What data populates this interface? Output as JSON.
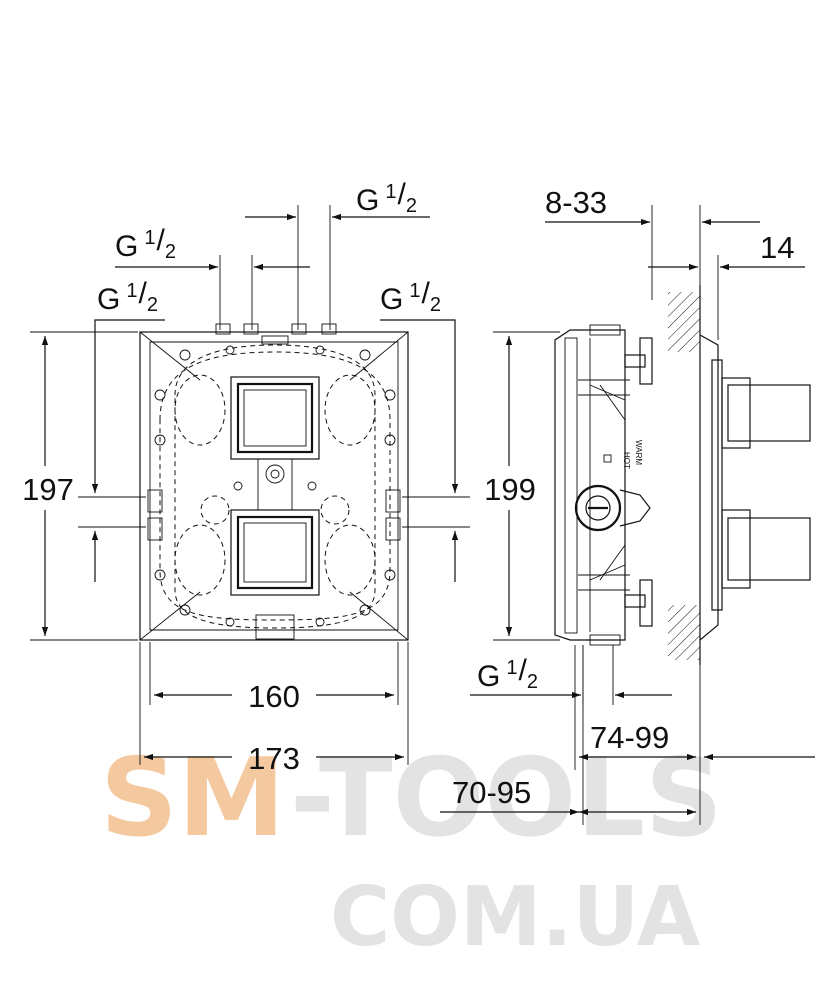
{
  "front_view": {
    "dimensions": {
      "height_left": "197",
      "height_right": "199",
      "width_inner": "160",
      "width_outer": "173"
    },
    "threads": {
      "top_right": {
        "base": "G",
        "num": "1",
        "den": "2"
      },
      "top_left": {
        "base": "G",
        "num": "1",
        "den": "2"
      },
      "left": {
        "base": "G",
        "num": "1",
        "den": "2"
      },
      "right": {
        "base": "G",
        "num": "1",
        "den": "2"
      }
    }
  },
  "side_view": {
    "dimensions": {
      "wall_range": "8-33",
      "offset": "14",
      "depth_a": "74-99",
      "depth_b": "70-95"
    },
    "threads": {
      "bottom": {
        "base": "G",
        "num": "1",
        "den": "2"
      }
    },
    "labels": {
      "hot": "HOT",
      "warm": "WARM"
    }
  },
  "watermark": {
    "line1_brand": "SM",
    "line1_rest": "-TOOLS",
    "line2": "COM.UA",
    "colors": {
      "brand": "#f5c9a0",
      "rest": "#e3e3e3"
    }
  }
}
